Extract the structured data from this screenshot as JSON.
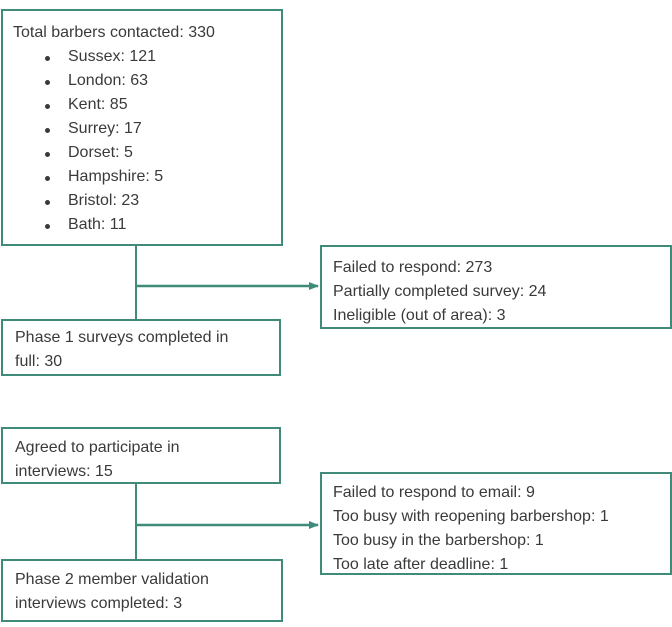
{
  "total": {
    "heading": "Total barbers contacted: 330",
    "regions": [
      "Sussex: 121",
      "London: 63",
      "Kent: 85",
      "Surrey: 17",
      "Dorset: 5",
      "Hampshire: 5",
      "Bristol: 23",
      "Bath: 11"
    ]
  },
  "phase1_excluded": {
    "lines": [
      "Failed to respond: 273",
      "Partially completed survey: 24",
      "Ineligible (out of area): 3"
    ]
  },
  "phase1_completed": {
    "line1": "Phase 1 surveys completed in",
    "line2": "full: 30"
  },
  "agreed": {
    "line1": "Agreed to participate in",
    "line2": "interviews: 15"
  },
  "phase2_excluded": {
    "lines": [
      "Failed to respond to email: 9",
      "Too busy with reopening barbershop: 1",
      "Too busy in the barbershop: 1",
      "Too late after deadline: 1"
    ]
  },
  "phase2_completed": {
    "line1": "Phase 2 member validation",
    "line2": "interviews completed: 3"
  },
  "colors": {
    "border": "#3f8a78",
    "text": "#3a3a3a"
  }
}
